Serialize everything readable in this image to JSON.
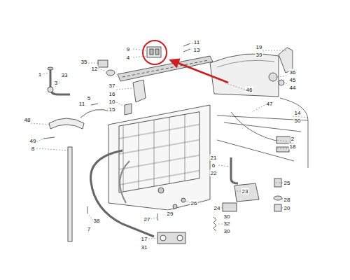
{
  "diagram": {
    "labels": [
      "11",
      "13",
      "9",
      "4",
      "19",
      "39",
      "35",
      "12",
      "1",
      "33",
      "3",
      "36",
      "45",
      "44",
      "37",
      "16",
      "10",
      "15",
      "5",
      "11",
      "46",
      "47",
      "14",
      "50",
      "48",
      "49",
      "8",
      "2",
      "18",
      "21",
      "6",
      "22",
      "25",
      "23",
      "26",
      "28",
      "20",
      "24",
      "29",
      "30",
      "27",
      "32",
      "30",
      "38",
      "7",
      "17",
      "31"
    ]
  }
}
